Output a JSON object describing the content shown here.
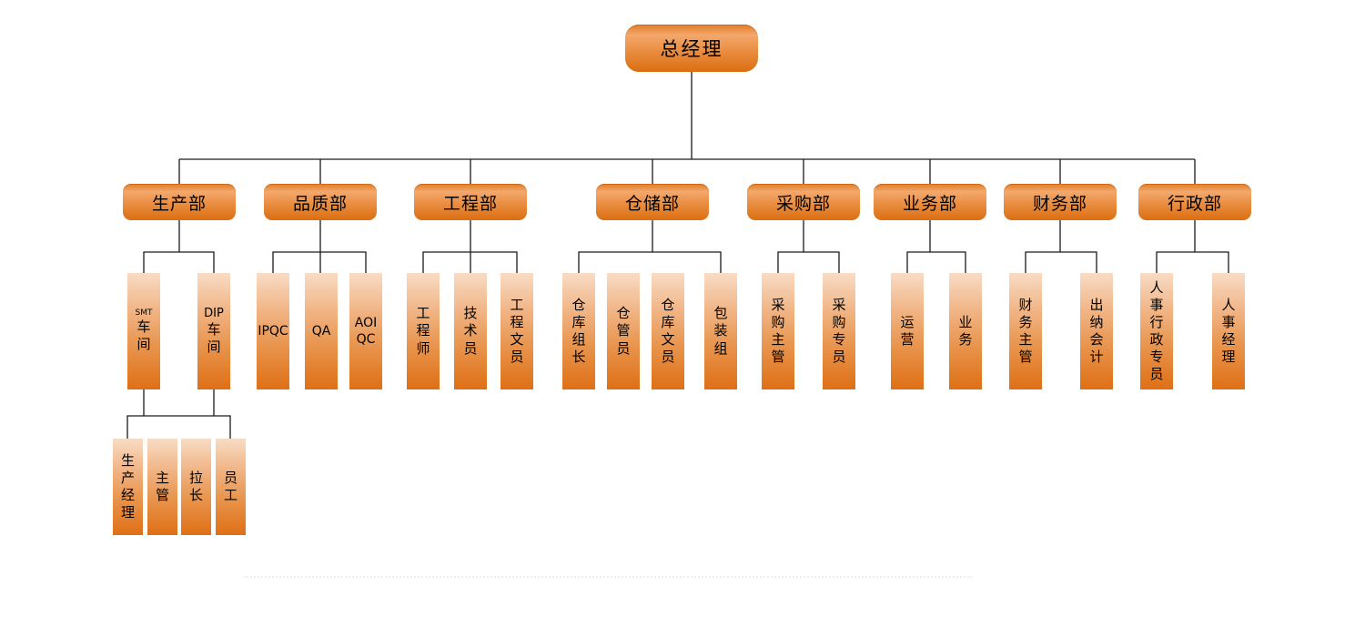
{
  "org": {
    "root": {
      "label": "总经理"
    },
    "departments": [
      {
        "label": "生产部",
        "children": [
          {
            "top": "SMT",
            "label": "车\n间"
          },
          {
            "top": "DIP",
            "label": "车\n间"
          }
        ]
      },
      {
        "label": "品质部",
        "children": [
          {
            "label": "IPQC"
          },
          {
            "label": "QA"
          },
          {
            "label": "AOI\nQC"
          }
        ]
      },
      {
        "label": "工程部",
        "children": [
          {
            "label": "工\n程\n师"
          },
          {
            "label": "技\n术\n员"
          },
          {
            "label": "工\n程\n文\n员"
          }
        ]
      },
      {
        "label": "仓储部",
        "children": [
          {
            "label": "仓\n库\n组\n长"
          },
          {
            "label": "仓\n管\n员"
          },
          {
            "label": "仓\n库\n文\n员"
          },
          {
            "label": "包\n装\n组"
          }
        ]
      },
      {
        "label": "采购部",
        "children": [
          {
            "label": "采\n购\n主\n管"
          },
          {
            "label": "采\n购\n专\n员"
          }
        ]
      },
      {
        "label": "业务部",
        "children": [
          {
            "label": "运\n营"
          },
          {
            "label": "业\n务"
          }
        ]
      },
      {
        "label": "财务部",
        "children": [
          {
            "label": "财\n务\n主\n管"
          },
          {
            "label": "出\n纳\n会\n计"
          }
        ]
      },
      {
        "label": "行政部",
        "children": [
          {
            "label": "人\n事\n行\n政\n专\n员"
          },
          {
            "label": "人\n事\n经\n理"
          }
        ]
      }
    ],
    "workshop_staff": [
      {
        "label": "生\n产\n经\n理"
      },
      {
        "label": "主\n管"
      },
      {
        "label": "拉\n长"
      },
      {
        "label": "员\n工"
      }
    ]
  },
  "colors": {
    "accent_orange": "#e5761e",
    "rounded_box_light": "#f4a86c",
    "rounded_box_dark": "#db6e10",
    "vertical_box_top": "#f8dcc5",
    "vertical_box_bottom": "#df6f15",
    "connector_line": "#1a1a1a"
  }
}
